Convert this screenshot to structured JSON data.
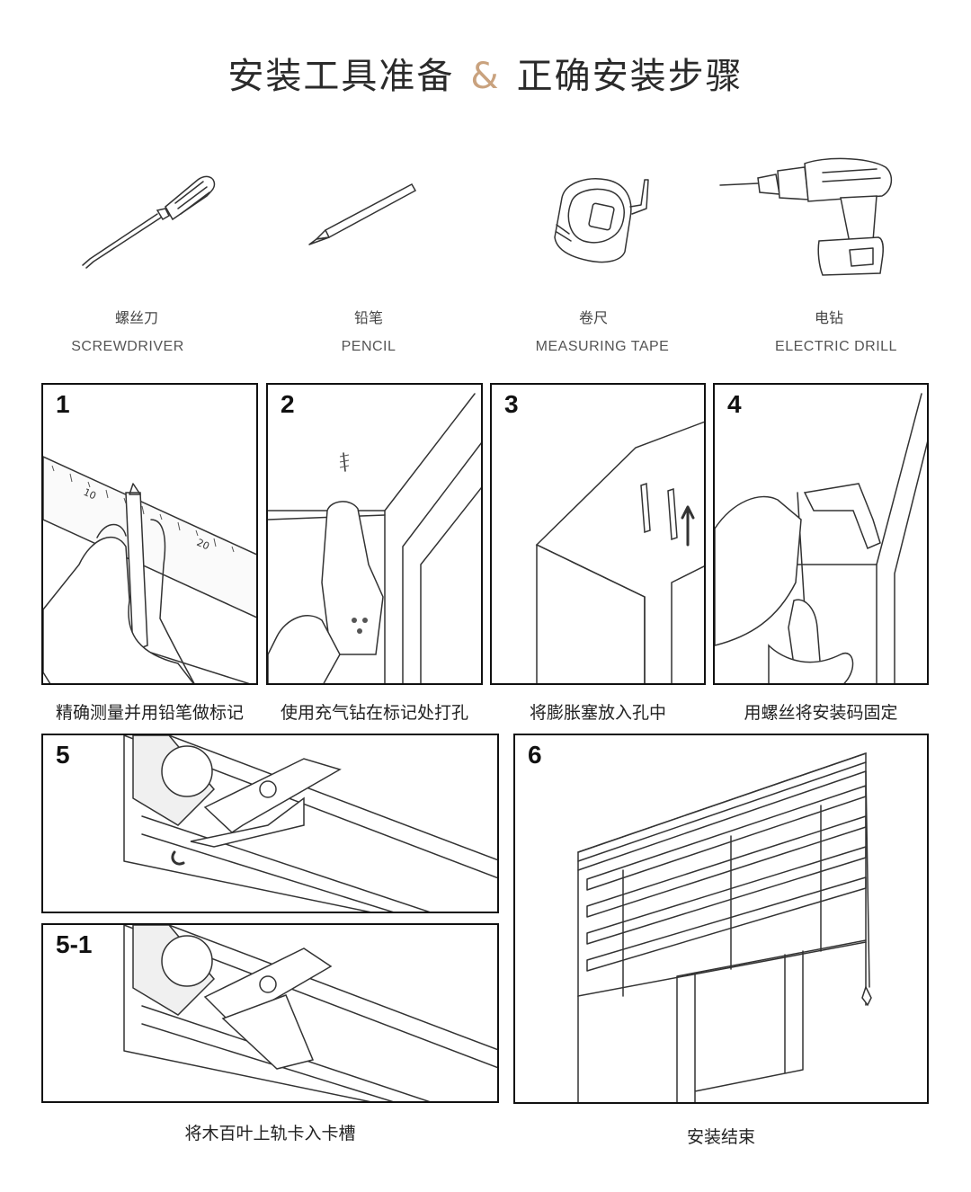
{
  "header": {
    "title_left": "安装工具准备",
    "title_amp": "&",
    "title_right": "正确安装步骤"
  },
  "tools": [
    {
      "cn": "螺丝刀",
      "en": "SCREWDRIVER",
      "icon": "screwdriver-icon"
    },
    {
      "cn": "铅笔",
      "en": "PENCIL",
      "icon": "pencil-icon"
    },
    {
      "cn": "卷尺",
      "en": "MEASURING TAPE",
      "icon": "measuring-tape-icon"
    },
    {
      "cn": "电钻",
      "en": "ELECTRIC DRILL",
      "icon": "electric-drill-icon"
    }
  ],
  "steps": [
    {
      "num": "1",
      "caption": "精确测量并用铅笔做标记"
    },
    {
      "num": "2",
      "caption": "使用充气钻在标记处打孔"
    },
    {
      "num": "3",
      "caption": "将膨胀塞放入孔中"
    },
    {
      "num": "4",
      "caption": "用螺丝将安装码固定"
    },
    {
      "num": "5",
      "caption": ""
    },
    {
      "num": "5-1",
      "caption": "将木百叶上轨卡入卡槽"
    },
    {
      "num": "6",
      "caption": "安装结束"
    }
  ],
  "ruler_marks": [
    "10",
    "20"
  ],
  "colors": {
    "accent_amp": "#c9a27e",
    "border": "#111111"
  }
}
